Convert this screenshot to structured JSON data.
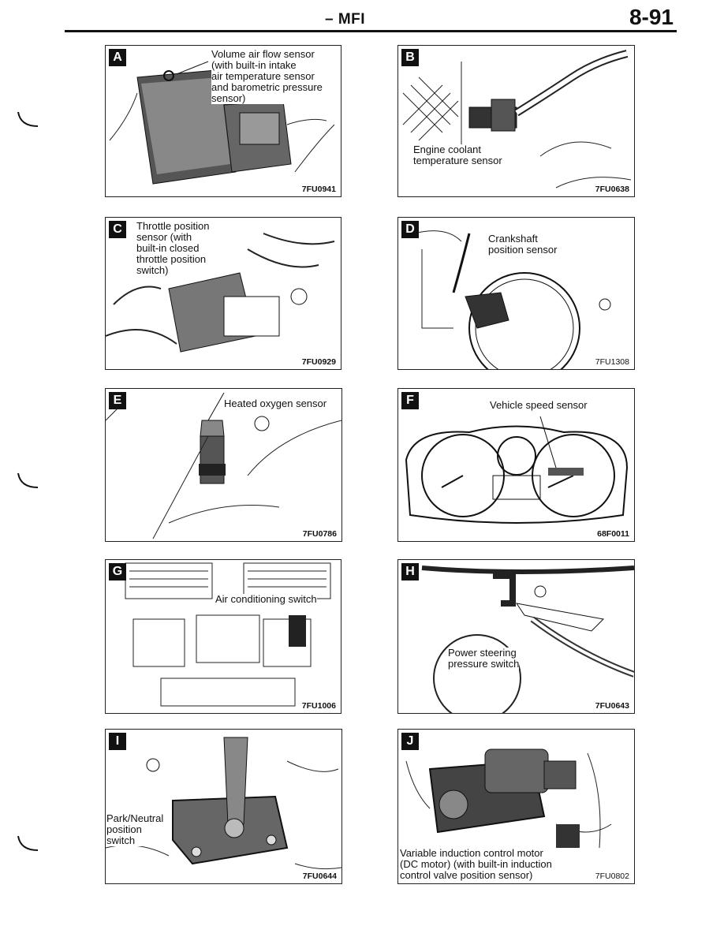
{
  "header": {
    "section": "– MFI",
    "page": "8-91"
  },
  "panels": {
    "A": {
      "letter": "A",
      "caption": "Volume air flow sensor\n(with built-in intake\nair temperature sensor\nand barometric pressure\nsensor)",
      "code": "7FU0941"
    },
    "B": {
      "letter": "B",
      "caption": "Engine coolant\ntemperature sensor",
      "code": "7FU0638"
    },
    "C": {
      "letter": "C",
      "caption": "Throttle position\nsensor (with\nbuilt-in closed\nthrottle position\nswitch)",
      "code": "7FU0929"
    },
    "D": {
      "letter": "D",
      "caption": "Crankshaft\nposition sensor",
      "code": "7FU1308"
    },
    "E": {
      "letter": "E",
      "caption": "Heated oxygen sensor",
      "code": "7FU0786"
    },
    "F": {
      "letter": "F",
      "caption": "Vehicle speed sensor",
      "code": "68F0011"
    },
    "G": {
      "letter": "G",
      "caption": "Air conditioning switch",
      "code": "7FU1006"
    },
    "H": {
      "letter": "H",
      "caption": "Power steering\npressure switch",
      "code": "7FU0643"
    },
    "I": {
      "letter": "I",
      "caption": "Park/Neutral\nposition\nswitch",
      "code": "7FU0644"
    },
    "J": {
      "letter": "J",
      "caption": "Variable induction control motor\n(DC motor) (with built-in induction\ncontrol valve position sensor)",
      "code": "7FU0802"
    }
  }
}
